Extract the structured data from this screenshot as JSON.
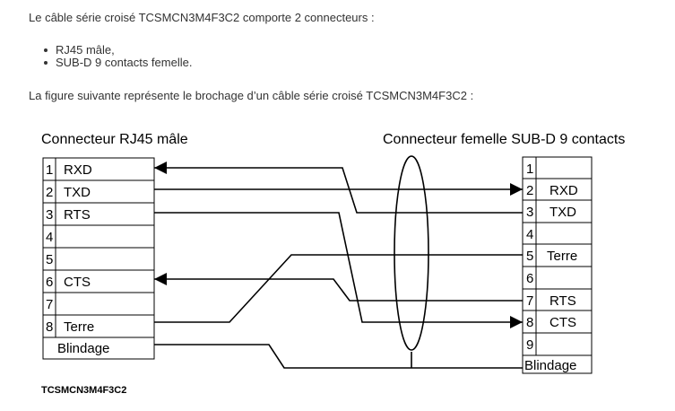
{
  "doc": {
    "intro": "Le câble série croisé TCSMCN3M4F3C2 comporte 2 connecteurs :",
    "bullets": [
      "RJ45 mâle,",
      "SUB-D 9 contacts femelle."
    ],
    "figure_intro": "La figure suivante représente le brochage d’un câble série croisé TCSMCN3M4F3C2 :"
  },
  "figure": {
    "left_title": "Connecteur RJ45 mâle",
    "right_title": "Connecteur femelle SUB-D 9 contacts",
    "caption": "TCSMCN3M4F3C2",
    "left_pins": [
      {
        "num": "1",
        "label": "RXD"
      },
      {
        "num": "2",
        "label": "TXD"
      },
      {
        "num": "3",
        "label": "RTS"
      },
      {
        "num": "4",
        "label": ""
      },
      {
        "num": "5",
        "label": ""
      },
      {
        "num": "6",
        "label": "CTS"
      },
      {
        "num": "7",
        "label": ""
      },
      {
        "num": "8",
        "label": "Terre"
      }
    ],
    "left_shield": "Blindage",
    "right_pins": [
      {
        "num": "1",
        "label": ""
      },
      {
        "num": "2",
        "label": "RXD"
      },
      {
        "num": "3",
        "label": "TXD"
      },
      {
        "num": "4",
        "label": ""
      },
      {
        "num": "5",
        "label": "Terre"
      },
      {
        "num": "6",
        "label": ""
      },
      {
        "num": "7",
        "label": "RTS"
      },
      {
        "num": "8",
        "label": "CTS"
      },
      {
        "num": "9",
        "label": ""
      }
    ],
    "right_shield": "Blindage"
  }
}
